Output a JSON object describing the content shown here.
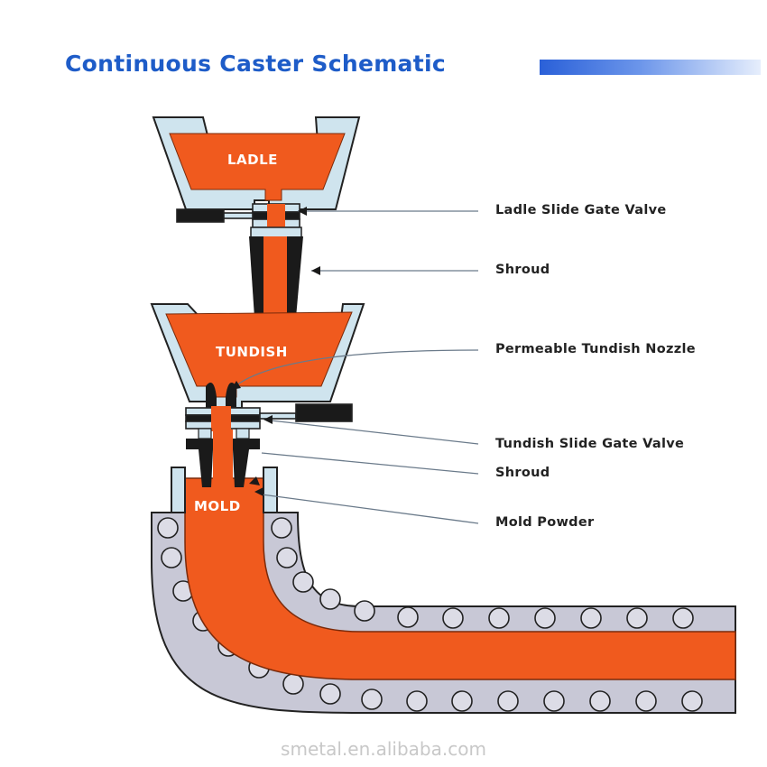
{
  "title": "Continuous Caster Schematic",
  "vessels": {
    "ladle": "LADLE",
    "tundish": "TUNDISH",
    "mold": "MOLD"
  },
  "callouts": {
    "ladle_slide_gate_valve": "Ladle Slide Gate Valve",
    "shroud_upper": "Shroud",
    "permeable_tundish_nozzle": "Permeable Tundish Nozzle",
    "tundish_slide_gate_valve": "Tundish Slide Gate Valve",
    "shroud_lower": "Shroud",
    "mold_powder": "Mold Powder"
  },
  "watermark": "smetal.en.alibaba.com",
  "colors": {
    "title": "#1e5cc8",
    "steel": "#f05a1e",
    "refractory": "#cfe4ee",
    "roller": "#c8c8d6",
    "dark": "#1a1a1a"
  }
}
